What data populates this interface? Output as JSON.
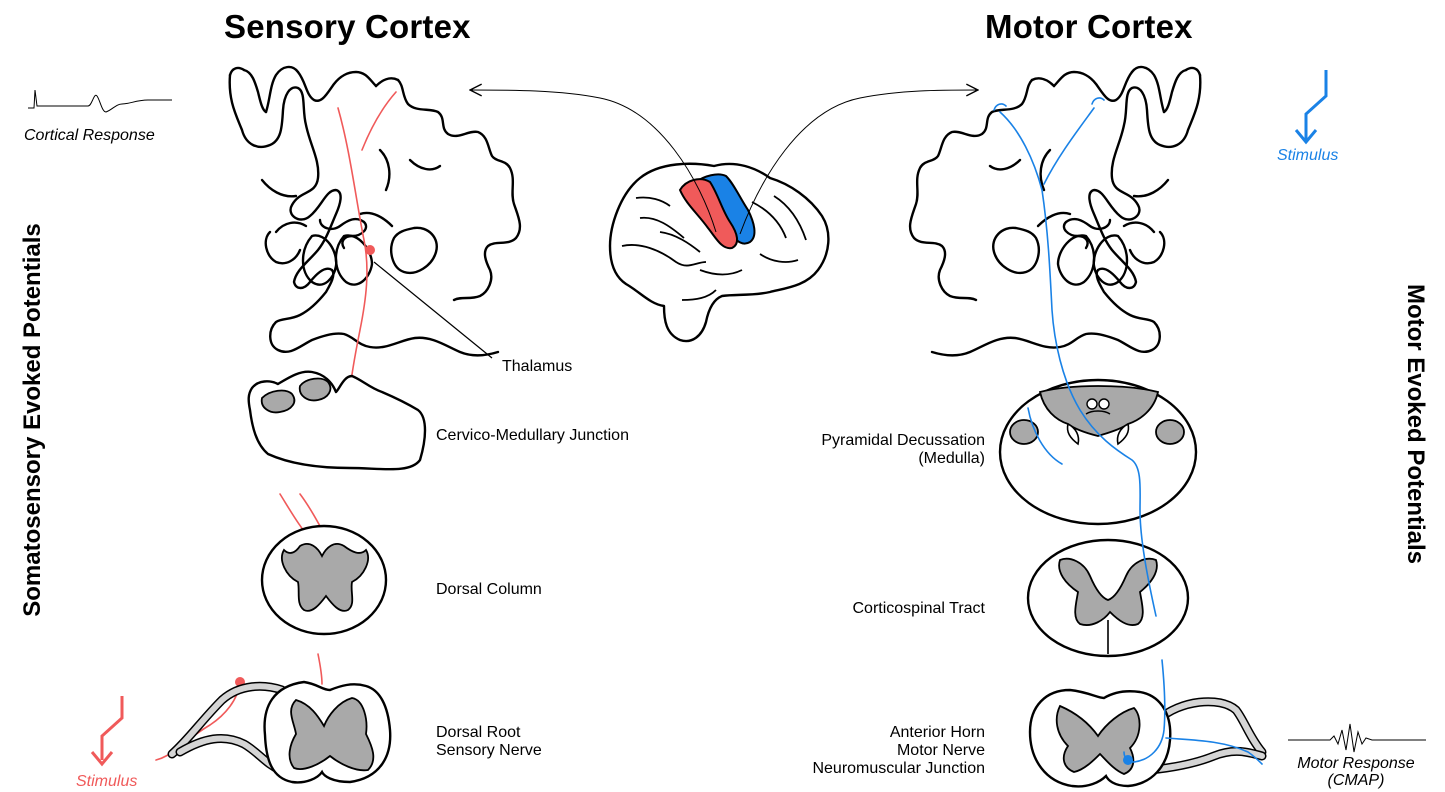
{
  "titles": {
    "sensory": "Sensory Cortex",
    "motor": "Motor Cortex"
  },
  "side_labels": {
    "left": "Somatosensory Evoked Potentials",
    "right": "Motor Evoked Potentials"
  },
  "anatomy_labels": {
    "thalamus": "Thalamus",
    "cervico_medullary": "Cervico-Medullary Junction",
    "dorsal_column": "Dorsal Column",
    "dorsal_root_1": "Dorsal Root",
    "dorsal_root_2": "Sensory Nerve",
    "pyramidal_1": "Pyramidal Decussation",
    "pyramidal_2": "(Medulla)",
    "corticospinal": "Corticospinal Tract",
    "anterior_1": "Anterior Horn",
    "anterior_2": "Motor Nerve",
    "anterior_3": "Neuromuscular Junction"
  },
  "signal_labels": {
    "cortical_response": "Cortical Response",
    "stimulus_sensory": "Stimulus",
    "stimulus_motor": "Stimulus",
    "motor_response_1": "Motor Response",
    "motor_response_2": "(CMAP)"
  },
  "colors": {
    "sensory": "#f05a5a",
    "motor": "#1a82e6",
    "gray_matter": "#a9a9a9",
    "outline": "#000000"
  },
  "icons": [
    "lightning-stimulus-icon",
    "waveform-icon",
    "brain-lateral-icon"
  ]
}
